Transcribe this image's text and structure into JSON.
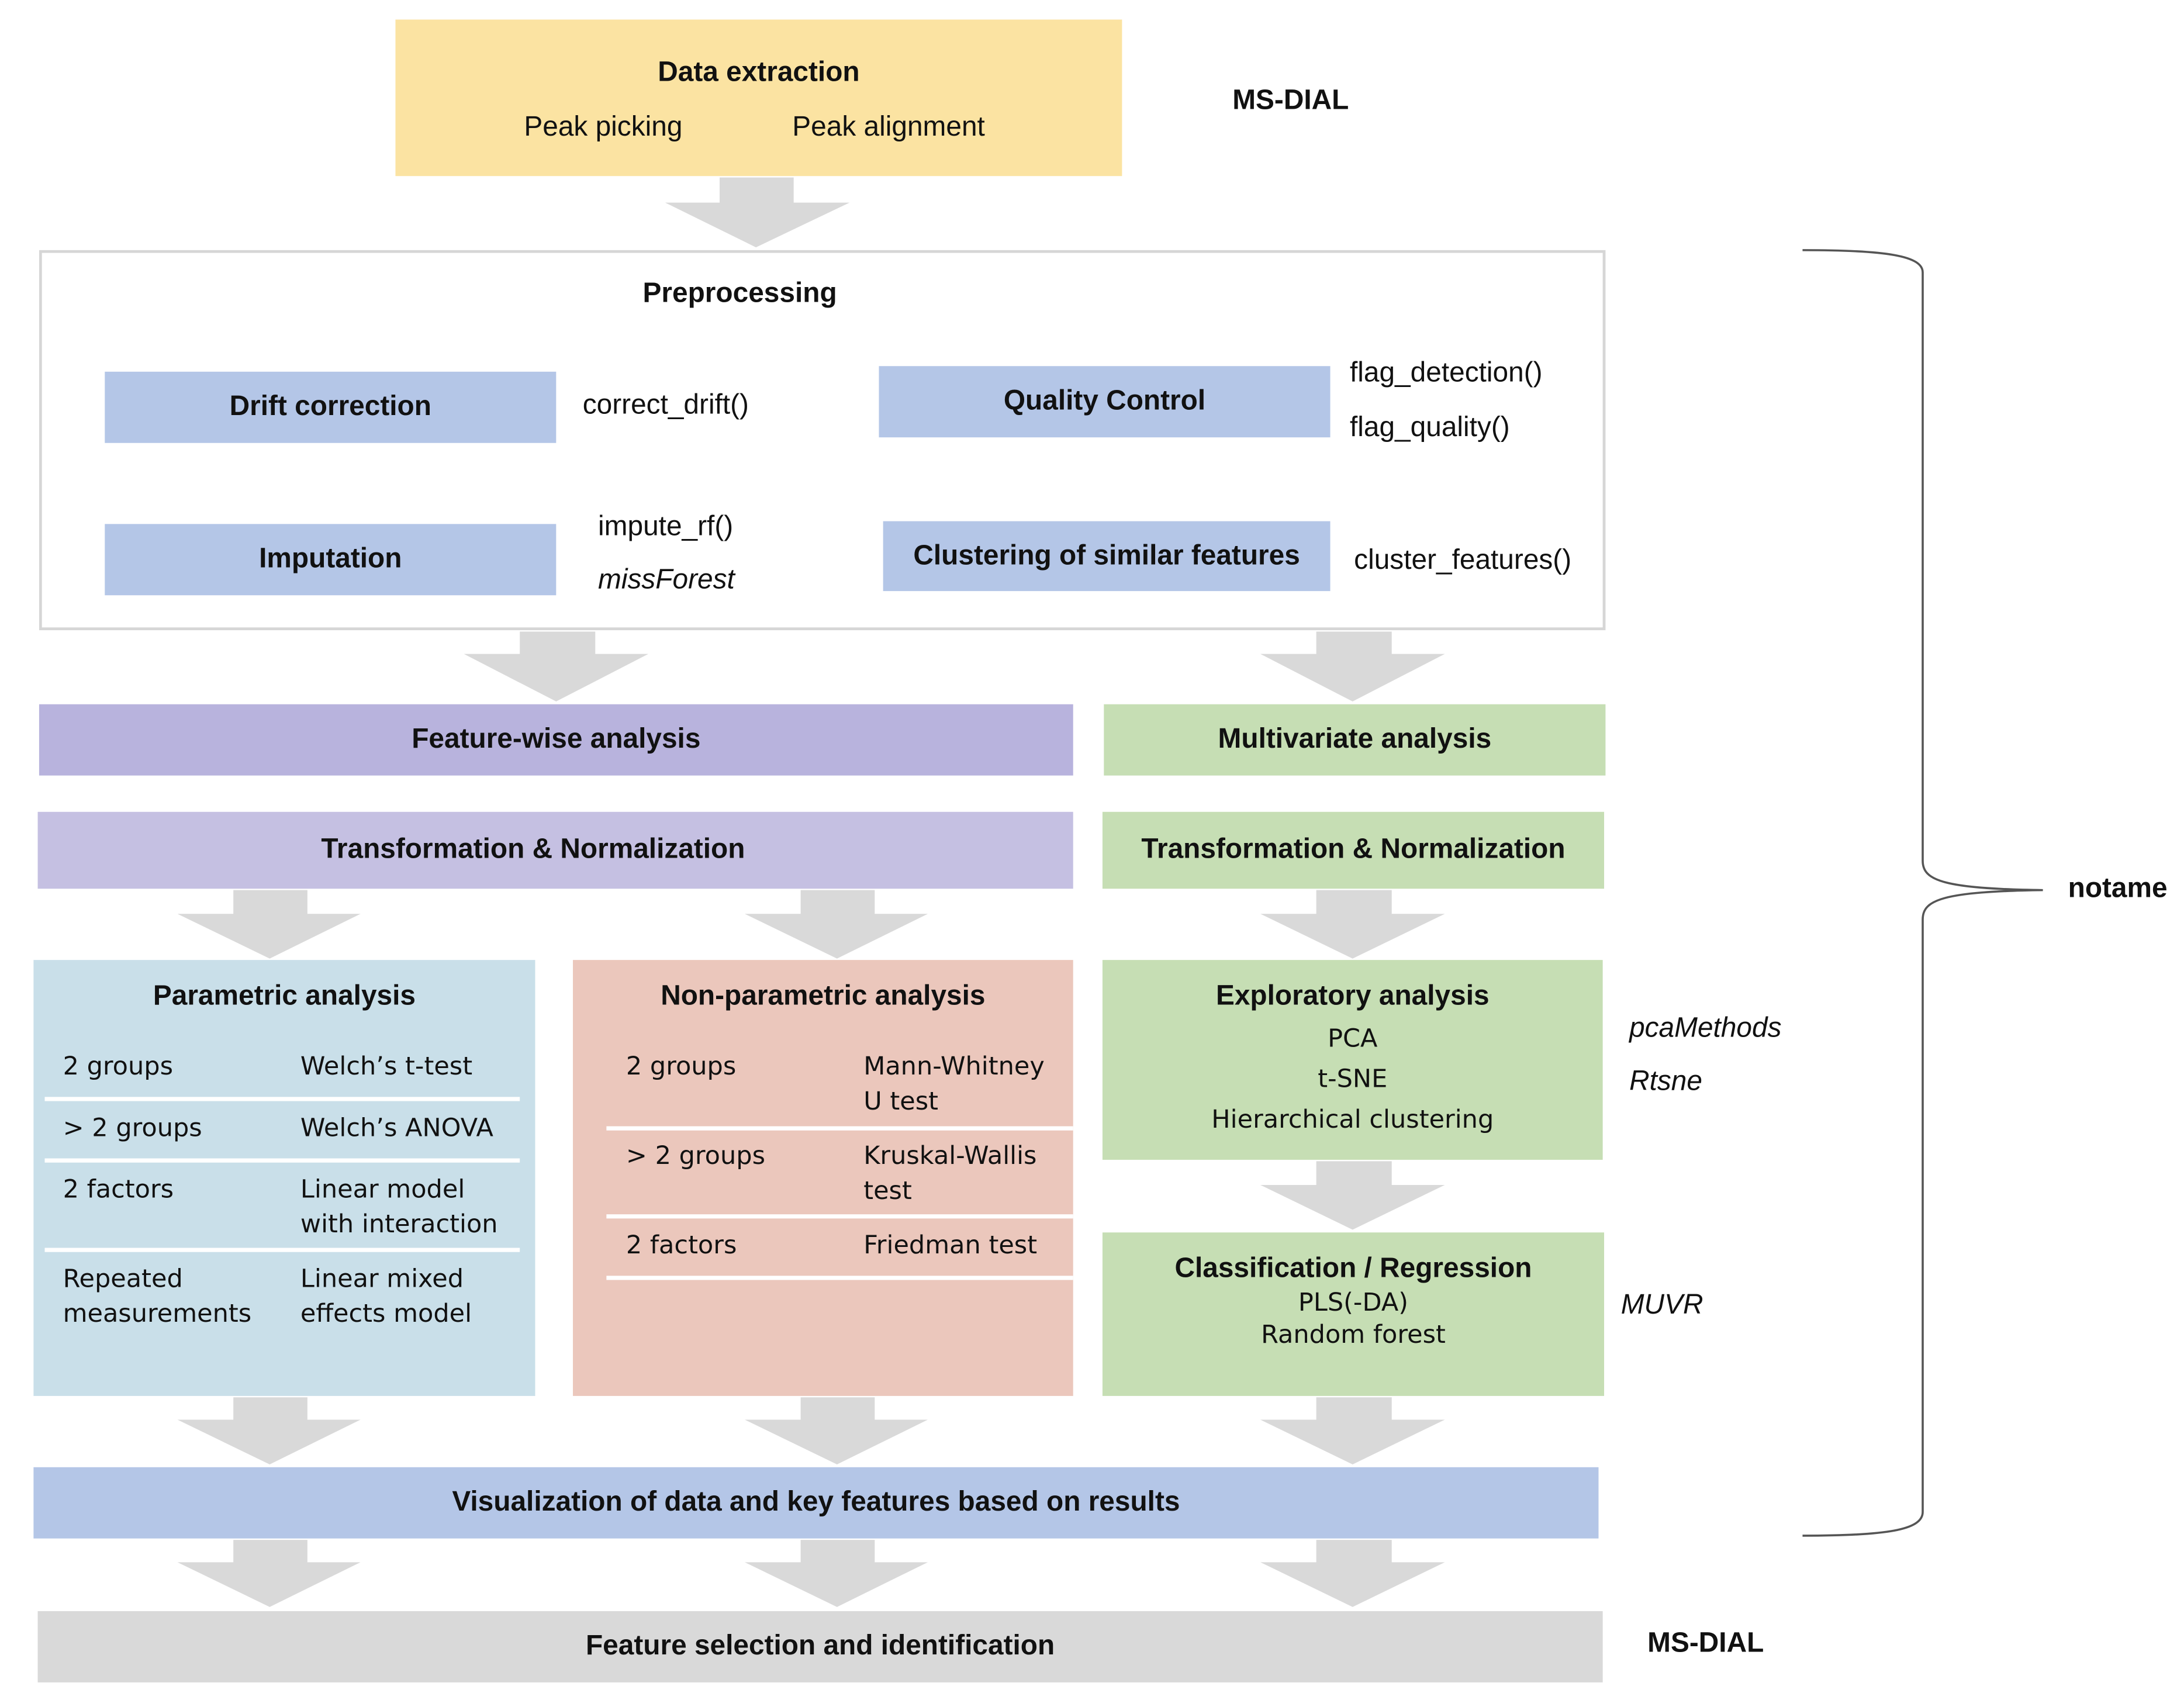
{
  "colors": {
    "extraction": "#fbe3a2",
    "blue": "#b4c6e7",
    "purple": "#c5c0e2",
    "green": "#c6deb4",
    "param": "#c9dfe9",
    "nonparam": "#ebc7bc",
    "gray": "#d9d9d9",
    "arrow": "#d9d9d9"
  },
  "extraction": {
    "title": "Data extraction",
    "items": [
      "Peak picking",
      "Peak alignment"
    ],
    "tool": "MS-DIAL"
  },
  "preprocessing": {
    "title": "Preprocessing",
    "drift": {
      "label": "Drift correction",
      "fn": "correct_drift()"
    },
    "qc": {
      "label": "Quality Control",
      "fn1": "flag_detection()",
      "fn2": "flag_quality()"
    },
    "imputation": {
      "label": "Imputation",
      "fn1": "impute_rf()",
      "fn2": "missForest"
    },
    "clustering": {
      "label": "Clustering of similar features",
      "fn": "cluster_features()"
    }
  },
  "featurewise": {
    "title": "Feature-wise analysis",
    "transform": "Transformation & Normalization"
  },
  "multivariate": {
    "title": "Multivariate analysis",
    "transform": "Transformation & Normalization"
  },
  "parametric": {
    "title": "Parametric analysis",
    "rows": [
      {
        "design": "2 groups",
        "test": "Welch’s t-test"
      },
      {
        "design": "> 2 groups",
        "test": "Welch’s ANOVA"
      },
      {
        "design": "2 factors",
        "test": "Linear model\nwith interaction"
      },
      {
        "design": "Repeated\nmeasurements",
        "test": "Linear mixed\neffects model"
      }
    ]
  },
  "nonparametric": {
    "title": "Non-parametric analysis",
    "rows": [
      {
        "design": "2 groups",
        "test": "Mann-Whitney\nU test"
      },
      {
        "design": "> 2 groups",
        "test": "Kruskal-Wallis\ntest"
      },
      {
        "design": "2 factors",
        "test": "Friedman test"
      }
    ]
  },
  "exploratory": {
    "title": "Exploratory analysis",
    "items": [
      "PCA",
      "t-SNE",
      "Hierarchical clustering"
    ],
    "packages": [
      "pcaMethods",
      "Rtsne"
    ]
  },
  "classification": {
    "title": "Classification / Regression",
    "items": [
      "PLS(-DA)",
      "Random forest"
    ],
    "package": "MUVR"
  },
  "visualization": {
    "title": "Visualization of data and key features based on results"
  },
  "selection": {
    "title": "Feature selection and identification",
    "tool": "MS-DIAL"
  },
  "brace_label": "notame"
}
